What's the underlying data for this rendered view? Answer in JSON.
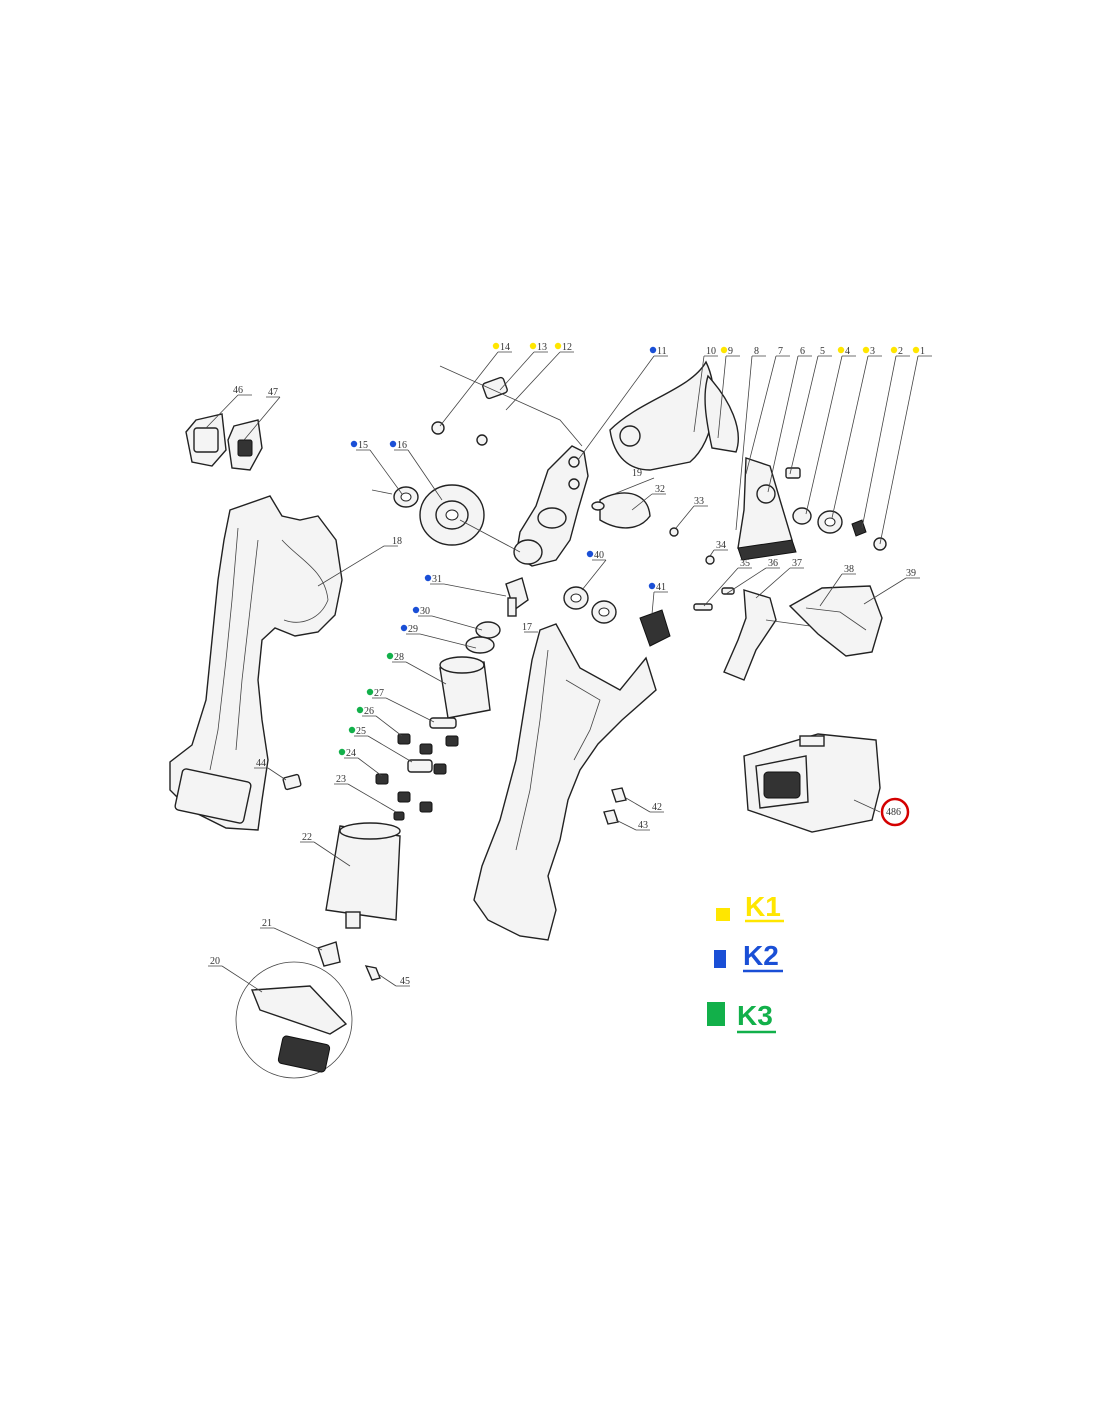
{
  "diagram": {
    "callouts": [
      {
        "id": "1",
        "text": "1",
        "kit": "K1"
      },
      {
        "id": "2",
        "text": "2",
        "kit": "K1"
      },
      {
        "id": "3",
        "text": "3",
        "kit": "K1"
      },
      {
        "id": "4",
        "text": "4",
        "kit": "K1"
      },
      {
        "id": "5",
        "text": "5",
        "kit": ""
      },
      {
        "id": "6",
        "text": "6",
        "kit": ""
      },
      {
        "id": "7",
        "text": "7",
        "kit": ""
      },
      {
        "id": "8",
        "text": "8",
        "kit": ""
      },
      {
        "id": "9",
        "text": "9",
        "kit": "K1"
      },
      {
        "id": "10",
        "text": "10",
        "kit": ""
      },
      {
        "id": "11",
        "text": "11",
        "kit": "K2"
      },
      {
        "id": "12",
        "text": "12",
        "kit": "K1"
      },
      {
        "id": "13",
        "text": "13",
        "kit": "K1"
      },
      {
        "id": "14",
        "text": "14",
        "kit": "K1"
      },
      {
        "id": "15",
        "text": "15",
        "kit": "K2"
      },
      {
        "id": "16",
        "text": "16",
        "kit": "K2"
      },
      {
        "id": "17",
        "text": "17",
        "kit": ""
      },
      {
        "id": "18",
        "text": "18",
        "kit": ""
      },
      {
        "id": "19",
        "text": "19",
        "kit": ""
      },
      {
        "id": "20",
        "text": "20",
        "kit": ""
      },
      {
        "id": "21",
        "text": "21",
        "kit": ""
      },
      {
        "id": "22",
        "text": "22",
        "kit": ""
      },
      {
        "id": "23",
        "text": "23",
        "kit": ""
      },
      {
        "id": "24",
        "text": "24",
        "kit": "K3"
      },
      {
        "id": "25",
        "text": "25",
        "kit": "K3"
      },
      {
        "id": "26",
        "text": "26",
        "kit": "K3"
      },
      {
        "id": "27",
        "text": "27",
        "kit": "K3"
      },
      {
        "id": "28",
        "text": "28",
        "kit": "K3"
      },
      {
        "id": "29",
        "text": "29",
        "kit": "K2"
      },
      {
        "id": "30",
        "text": "30",
        "kit": "K2"
      },
      {
        "id": "31",
        "text": "31",
        "kit": "K2"
      },
      {
        "id": "32",
        "text": "32",
        "kit": ""
      },
      {
        "id": "33",
        "text": "33",
        "kit": ""
      },
      {
        "id": "34",
        "text": "34",
        "kit": ""
      },
      {
        "id": "35",
        "text": "35",
        "kit": ""
      },
      {
        "id": "36",
        "text": "36",
        "kit": ""
      },
      {
        "id": "37",
        "text": "37",
        "kit": ""
      },
      {
        "id": "38",
        "text": "38",
        "kit": ""
      },
      {
        "id": "39",
        "text": "39",
        "kit": ""
      },
      {
        "id": "40",
        "text": "40",
        "kit": "K2"
      },
      {
        "id": "41",
        "text": "41",
        "kit": "K2"
      },
      {
        "id": "42",
        "text": "42",
        "kit": ""
      },
      {
        "id": "43",
        "text": "43",
        "kit": ""
      },
      {
        "id": "44",
        "text": "44",
        "kit": ""
      },
      {
        "id": "45",
        "text": "45",
        "kit": ""
      },
      {
        "id": "46",
        "text": "46",
        "kit": ""
      },
      {
        "id": "47",
        "text": "47",
        "kit": ""
      },
      {
        "id": "486",
        "text": "486",
        "kit": "",
        "highlighted": true
      }
    ],
    "legend": [
      {
        "label": "K1",
        "color": "#ffe600"
      },
      {
        "label": "K2",
        "color": "#1a4fd6"
      },
      {
        "label": "K3",
        "color": "#12b04a"
      }
    ],
    "highlight_color": "#d40000"
  }
}
